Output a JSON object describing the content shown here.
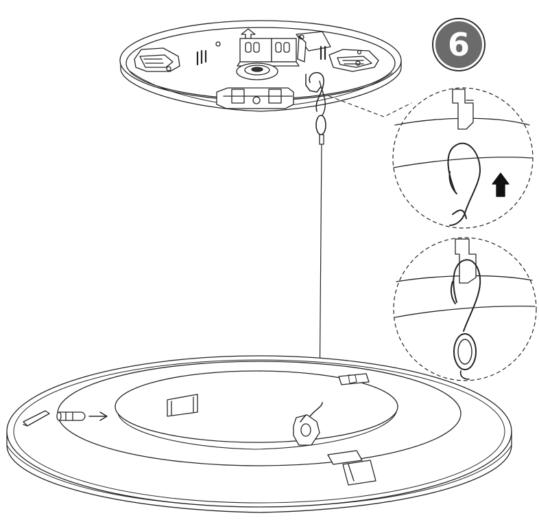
{
  "step": {
    "number": "6"
  },
  "colors": {
    "line": "#222222",
    "badge_fill": "#6b6b6b",
    "badge_text": "#ffffff",
    "background": "#ffffff"
  },
  "icons": [
    "mounting-plate",
    "safety-cable",
    "s-hook",
    "luminaire-ring",
    "up-arrow-icon",
    "right-arrow-icon"
  ]
}
